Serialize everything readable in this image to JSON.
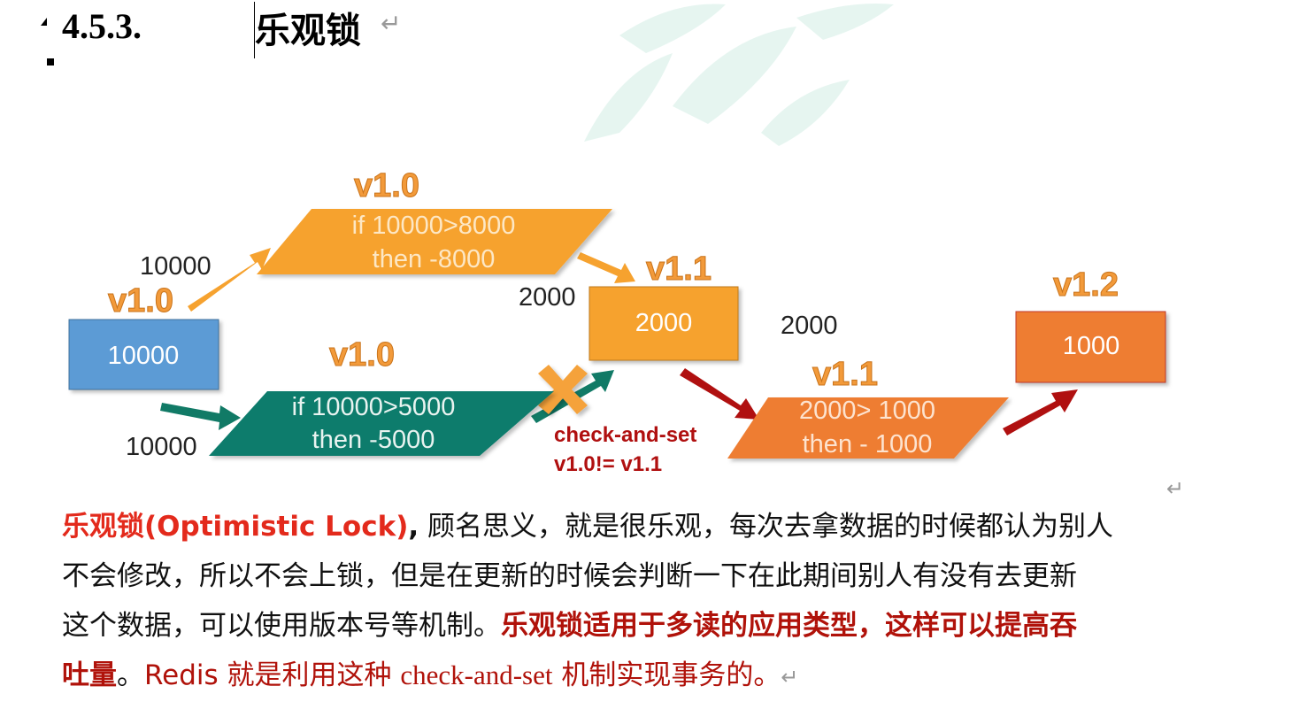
{
  "heading": {
    "number": "4.5.3.",
    "title": "乐观锁",
    "mark": "↵"
  },
  "diagram": {
    "version_labels": {
      "start": "v1.0",
      "top_branch": "v1.0",
      "bottom_branch": "v1.0",
      "middle": "v1.1",
      "lower_right": "v1.1",
      "final": "v1.2"
    },
    "flow_values": {
      "top_in": "10000",
      "bottom_in": "10000",
      "mid_in": "2000",
      "mid_out": "2000"
    },
    "boxes": {
      "start": "10000",
      "middle": "2000",
      "final": "1000"
    },
    "parallelograms": {
      "top": {
        "line1": "if 10000>8000",
        "line2": "then -8000"
      },
      "bottom": {
        "line1": "if 10000>5000",
        "line2": "then -5000"
      },
      "lower_right": {
        "line1": "2000> 1000",
        "line2": "then - 1000"
      }
    },
    "check": {
      "line1": "check-and-set",
      "line2": "v1.0!= v1.1"
    },
    "paragraph_mark": "↵",
    "colors": {
      "blue": "#5b9bd5",
      "orange": "#f6a22f",
      "teal": "#0d7b6c",
      "deep_orange": "#ee7d31",
      "dark_red": "#b01010",
      "version_orange": "#f29a3a"
    }
  },
  "paragraph": {
    "term": "乐观锁(Optimistic Lock)",
    "comma": ",",
    "line1_rest": " 顾名思义，就是很乐观，每次去拿数据的时候都认为别人",
    "line2": "不会修改，所以不会上锁，但是在更新的时候会判断一下在此期间别人有没有去更新",
    "line3_start": "这个数据，可以使用版本号等机制。",
    "line3_emph": "乐观锁适用于多读的应用类型，这样可以提高吞",
    "line4_emph": "吐量",
    "line4_period": "。",
    "line4_redis": "Redis 就是利用这种 ",
    "line4_cas": "check-and-set",
    "line4_end": " 机制实现事务的。",
    "end_mark": "↵"
  }
}
